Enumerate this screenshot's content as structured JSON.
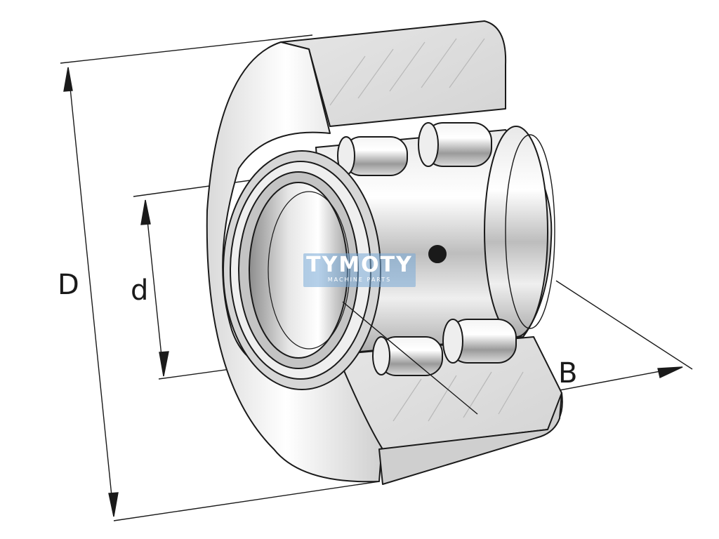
{
  "dimensions": {
    "outer_diameter_label": "D",
    "bore_diameter_label": "d",
    "width_label": "B"
  },
  "watermark": {
    "title": "TYMOTY",
    "subtitle": "MACHINE PARTS",
    "color": "#78AAD7"
  },
  "colors": {
    "line": "#1a1a1a",
    "steel_light": "#f2f2f2",
    "steel_mid": "#c9c9c9",
    "steel_dark": "#7d7d7d",
    "section_hatch": "#e4e4e4"
  }
}
